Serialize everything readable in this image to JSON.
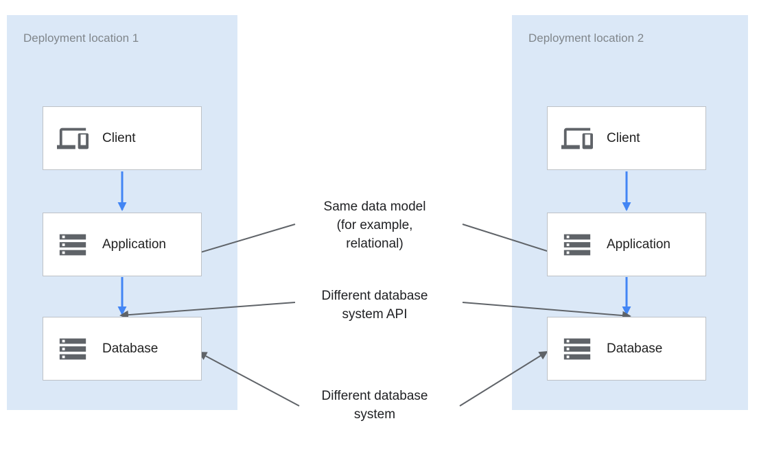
{
  "panels": [
    {
      "title": "Deployment location 1",
      "nodes": [
        {
          "label": "Client",
          "icon": "devices-icon"
        },
        {
          "label": "Application",
          "icon": "storage-icon"
        },
        {
          "label": "Database",
          "icon": "storage-icon"
        }
      ]
    },
    {
      "title": "Deployment location 2",
      "nodes": [
        {
          "label": "Client",
          "icon": "devices-icon"
        },
        {
          "label": "Application",
          "icon": "storage-icon"
        },
        {
          "label": "Database",
          "icon": "storage-icon"
        }
      ]
    }
  ],
  "annotations": [
    {
      "lines": [
        "Same data model",
        "(for example,",
        "relational)"
      ]
    },
    {
      "lines": [
        "Different database",
        "system API"
      ]
    },
    {
      "lines": [
        "Different database",
        "system"
      ]
    }
  ],
  "colors": {
    "panel_bg": "#dbe8f7",
    "arrow_blue": "#4285f4",
    "arrow_gray": "#5f6368",
    "box_border": "#bdc1c6",
    "box_bg": "#ffffff",
    "title_text": "#80868b",
    "label_text": "#212121",
    "icon_fill": "#5f6368",
    "annotation_text": "#202124"
  }
}
